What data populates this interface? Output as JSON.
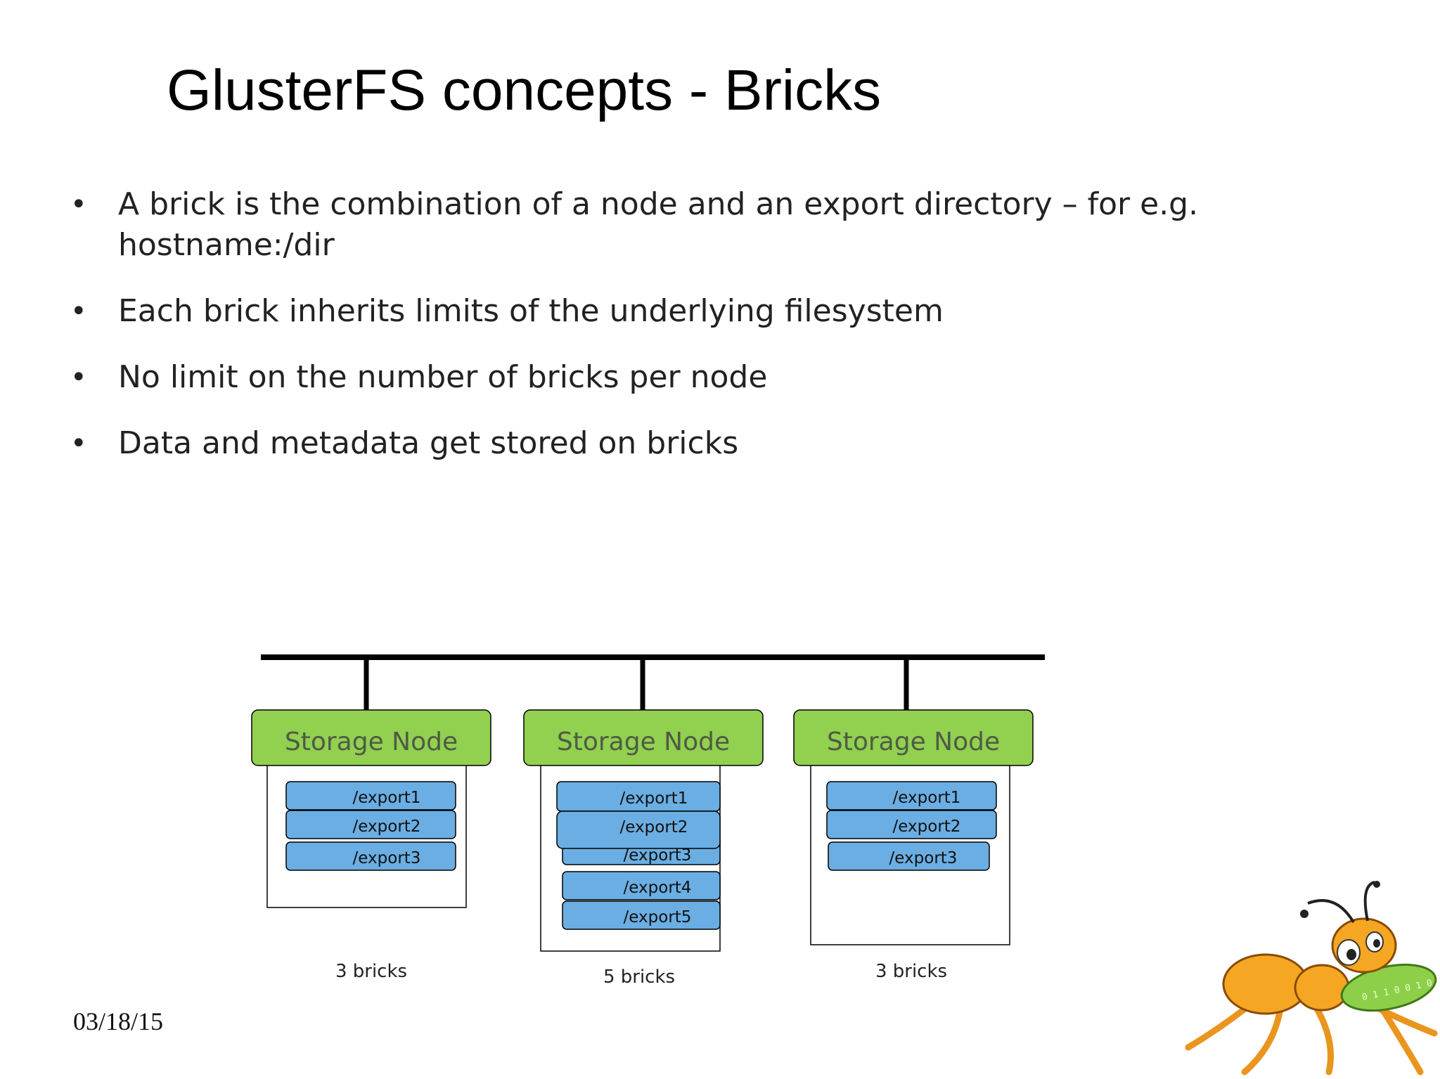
{
  "slide": {
    "title": "GlusterFS concepts - Bricks",
    "bullets": [
      "A brick is the combination of a node and an export directory – for e.g. hostname:/dir",
      "Each brick inherits limits of the underlying filesystem",
      "No limit on the number of bricks per node",
      "Data and metadata get stored on bricks"
    ],
    "date": "03/18/15"
  },
  "diagram": {
    "colors": {
      "node": "#92d050",
      "brick": "#6aaee3",
      "bus": "#000000"
    },
    "nodes": [
      {
        "label": "Storage Node",
        "bricks": [
          "/export1",
          "/export2",
          "/export3"
        ],
        "count_label": "3 bricks"
      },
      {
        "label": "Storage Node",
        "bricks": [
          "/export1",
          "/export2",
          "/export3",
          "/export4",
          "/export5"
        ],
        "count_label": "5 bricks"
      },
      {
        "label": "Storage Node",
        "bricks": [
          "/export1",
          "/export2",
          "/export3"
        ],
        "count_label": "3 bricks"
      }
    ]
  },
  "logo": {
    "icon": "gluster-ant-mascot-icon"
  }
}
